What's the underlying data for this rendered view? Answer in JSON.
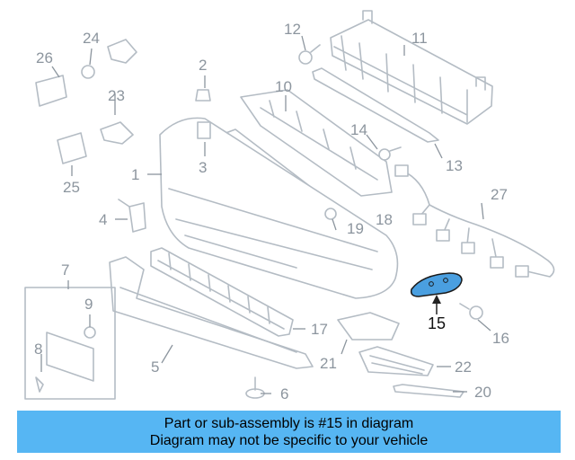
{
  "callouts": {
    "c1": "1",
    "c2": "2",
    "c3": "3",
    "c4": "4",
    "c5": "5",
    "c6": "6",
    "c7": "7",
    "c8": "8",
    "c9": "9",
    "c10": "10",
    "c11": "11",
    "c12": "12",
    "c13": "13",
    "c14": "14",
    "c15": "15",
    "c16": "16",
    "c17": "17",
    "c18": "18",
    "c19": "19",
    "c20": "20",
    "c21": "21",
    "c22": "22",
    "c23": "23",
    "c24": "24",
    "c25": "25",
    "c26": "26",
    "c27": "27"
  },
  "highlight": {
    "part_number": "15",
    "color": "#4a9fe0"
  },
  "colors": {
    "line_art": "#b4bcc4",
    "banner": "#56b6f3"
  },
  "banner": {
    "line1": "Part or sub-assembly is #15 in diagram",
    "line2": "Diagram may not be specific to your vehicle"
  }
}
